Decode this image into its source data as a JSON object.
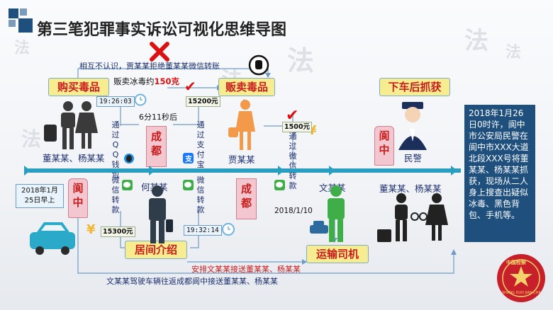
{
  "header": {
    "title": "第三笔犯罪事实诉讼可视化思维导图"
  },
  "watermarks": [
    "法",
    "法",
    "法",
    "法",
    "法",
    "法"
  ],
  "stages": {
    "buy": "购买毒品",
    "sell": "贩卖毒品",
    "arrest": "下车后抓获",
    "broker": "居间介绍",
    "driver": "运输司机"
  },
  "notes": {
    "no_acquaint": "相互不认识，贾某某拒绝董某某微信转账",
    "deal": "贩卖冰毒约",
    "deal_amount": "150克",
    "gap": "6分11秒后",
    "arrange": "安排文某某接送董某某、杨某某",
    "drive": "文某某驾驶车辆往返成都阆中接送董某某、杨某某"
  },
  "times": {
    "t1": "19:26:03",
    "t2": "19:32:14",
    "date2": "2018/1/10"
  },
  "amounts": {
    "a1": "15200元",
    "a2": "1500元",
    "a3": "15300元"
  },
  "vertical": {
    "qq": "通过QQ钱包",
    "wx1": "微信转款",
    "alipay": "通过支付宝",
    "wx2": "微信转款",
    "wx3": "通过微信转款"
  },
  "cities": {
    "c1": "成都",
    "c2": "成都",
    "c3": "阆中",
    "c4": "阆中"
  },
  "names": {
    "buyers": "董某某、杨某某",
    "he": "何某某",
    "jia": "贾某某",
    "wen": "文某某",
    "police": "民警",
    "caught": "董某某、杨某某"
  },
  "datebox": {
    "line1": "2018年1月",
    "line2": "25日早上"
  },
  "summary": "2018年1月26日0时许，阆中市公安局民警在阆中市XXX大道北段XXX号将董某某、杨某某抓获，现场从二人身上搜查出疑似冰毒、黑色背包、手机等。",
  "emblem": {
    "top": "中国检察",
    "bottom": "SHANG DUO JIAN CHA"
  },
  "colors": {
    "accent": "#1e4f7d",
    "timeline": "#2a9ec1",
    "red": "#c91c1c",
    "person": "#3a3a3a",
    "orange": "#f2994a",
    "green": "#3fae49"
  },
  "icons": [
    "x-icon",
    "stop-hand-icon",
    "check-icon",
    "clock-icon",
    "qq-icon",
    "alipay-icon",
    "wechat-icon",
    "yuan-icon",
    "bag-icon",
    "car-icon",
    "phone-icon",
    "police-icon",
    "handcuffs-icon",
    "emblem-icon"
  ]
}
